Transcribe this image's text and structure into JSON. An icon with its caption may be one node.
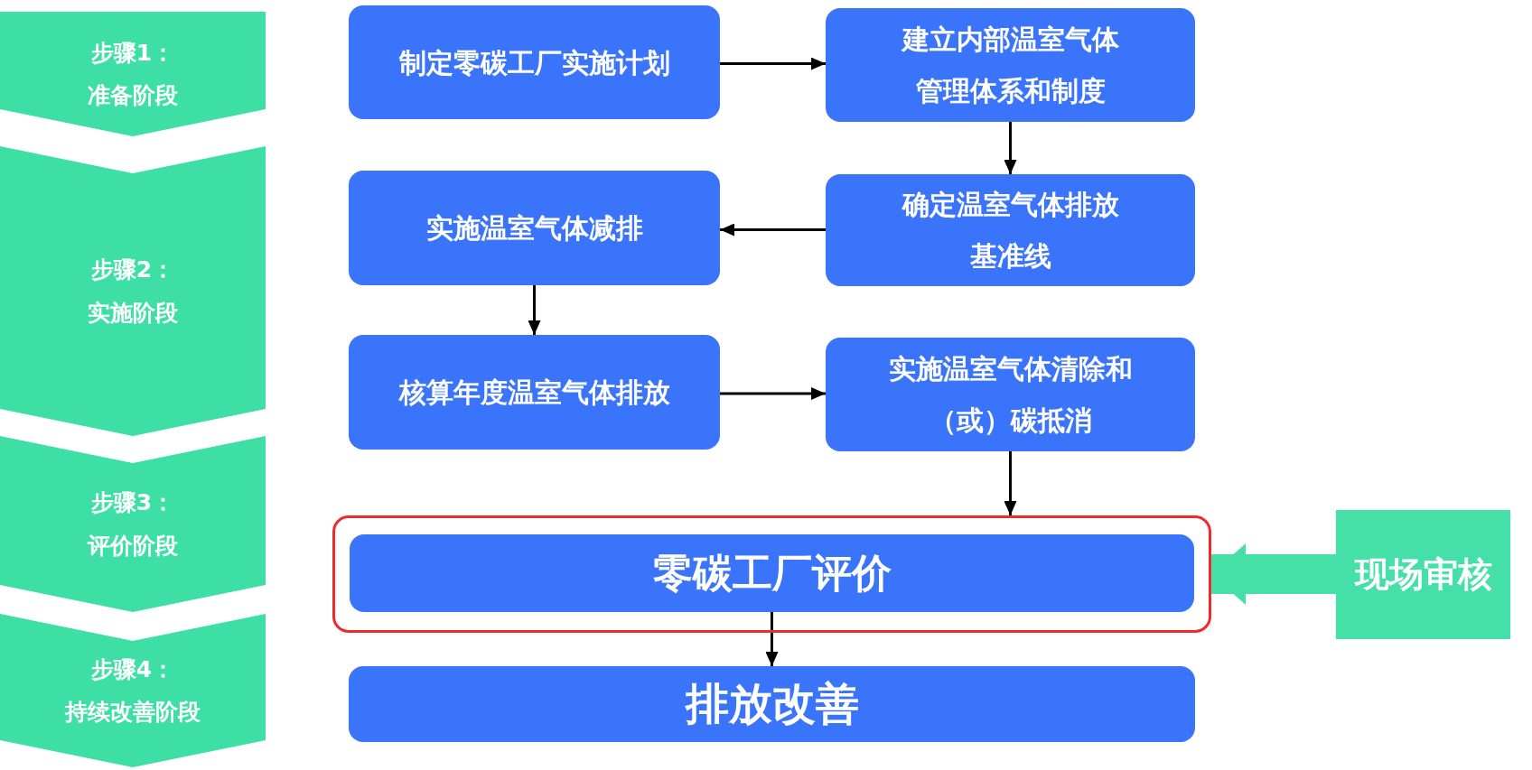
{
  "diagram": {
    "nodes": [
      {
        "text": [
          "步骤1：",
          "准备阶段"
        ]
      },
      {
        "text": [
          "步骤2：",
          "实施阶段"
        ]
      },
      {
        "text": [
          "步骤3：",
          "评价阶段"
        ]
      },
      {
        "text": [
          "步骤4：",
          "持续改善阶段"
        ]
      },
      {
        "text": [
          "制定零碳工厂实施计划"
        ]
      },
      {
        "text": [
          "建立内部温室气体管理体系和制度"
        ]
      },
      {
        "text": [
          "实施温室气体减排"
        ]
      },
      {
        "text": [
          "确定温室气体排放基准线"
        ]
      },
      {
        "text": [
          "核算年度温室气体排放"
        ]
      },
      {
        "text": [
          "实施温室气体清除和（或）碳抵消"
        ]
      },
      {
        "text": [],
        "shape": "box"
      },
      {
        "text": [
          "零碳工厂评价"
        ],
        "in": 10
      },
      {
        "text": [
          "排放改善"
        ]
      },
      {
        "text": [
          "现场审核"
        ]
      }
    ],
    "edges": [
      {
        "from": 4,
        "to": 5,
        "arrow": "to"
      },
      {
        "from": 5,
        "to": 7,
        "arrow": "to"
      },
      {
        "from": 7,
        "to": 6,
        "arrow": "to"
      },
      {
        "from": 6,
        "to": 8,
        "arrow": "to"
      },
      {
        "from": 8,
        "to": 9,
        "arrow": "to"
      },
      {
        "from": 9,
        "to": 10,
        "arrow": "to"
      },
      {
        "from": 11,
        "to": 12,
        "arrow": "to"
      },
      {
        "from": 13,
        "to": 10,
        "arrow": "to",
        "style": "thick",
        "color": "#45e0a8"
      }
    ]
  }
}
